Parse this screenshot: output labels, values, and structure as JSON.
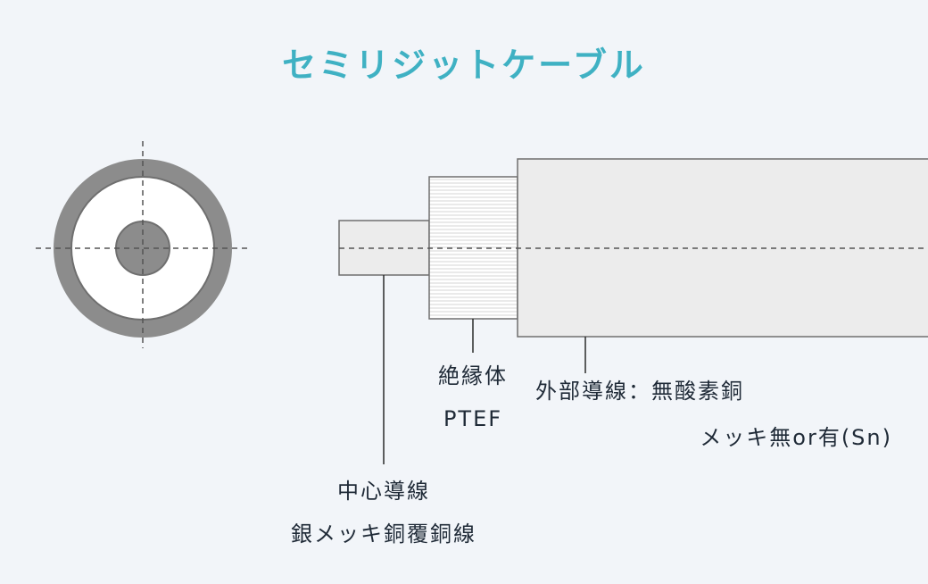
{
  "title": "セミリジットケーブル",
  "labels": {
    "insulator": {
      "line1": "絶縁体",
      "line2": "PTEF"
    },
    "outer_conductor": {
      "line1": "外部導線：無酸素銅",
      "line2": "メッキ無or有(Sn)"
    },
    "center_conductor": {
      "line1": "中心導線",
      "line2": "銀メッキ銅覆銅線"
    }
  },
  "colors": {
    "background": "#f2f5f9",
    "title": "#3fb1c3",
    "shield_gray": "#8c8c8c",
    "conductor_fill": "#ececec",
    "outline": "#6f6f6f",
    "text": "#1f2a37"
  }
}
